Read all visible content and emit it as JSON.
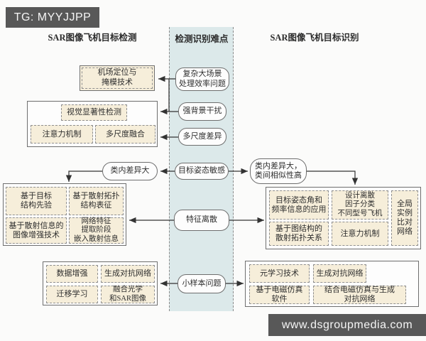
{
  "banners": {
    "top": "TG: MYYJJPP",
    "bottom": "www.dsgroupmedia.com"
  },
  "headers": {
    "detection": "SAR图像飞机目标检测",
    "difficulty": "检测识别难点",
    "recognition": "SAR图像飞机目标识别"
  },
  "difficulties": {
    "complex_scene": "复杂大场景\n处理效率问题",
    "strong_clutter": "强背景干扰",
    "multiscale_diff": "多尺度差异",
    "pose_sensitive": "目标姿态敏感",
    "feature_discrete": "特征离散",
    "small_sample": "小样本问题"
  },
  "detection": {
    "airport": "机场定位与\n掩模技术",
    "visual_saliency": "视觉显著性检测",
    "attention": "注意力机制",
    "multiscale_fusion": "多尺度融合",
    "intra_class": "类内差异大",
    "target_structure_prior": "基于目标\n结构先验",
    "scatter_topology": "基于散射拓扑\n结构表征",
    "scatter_enhance": "基于散射信息的\n图像增强技术",
    "network_embed": "网络特征\n提取阶段\n嵌入散射信息",
    "data_aug": "数据增强",
    "gan": "生成对抗网络",
    "transfer": "迁移学习",
    "fuse_optical_sar": "融合光学\n和SAR图像"
  },
  "recognition": {
    "intra_inter": "类内差异大，\n类间相似性高",
    "pose_freq": "目标姿态角和\n频率信息的应用",
    "discrete_factor": "设计离散\n因子分类\n不同型号飞机",
    "global_instance": "全局\n实例\n比对\n网络",
    "graph_topology": "基于图结构的\n散射拓扑关系",
    "attention": "注意力机制",
    "meta_learning": "元学习技术",
    "gan": "生成对抗网络",
    "em_simulation": "基于电磁仿真\n软件",
    "em_gan": "结合电磁仿真与生成\n对抗网络"
  },
  "colors": {
    "banner_bg": "#585858",
    "strip_bg": "#dce9ea",
    "box_fill": "#f6eeda",
    "line": "#333333"
  }
}
